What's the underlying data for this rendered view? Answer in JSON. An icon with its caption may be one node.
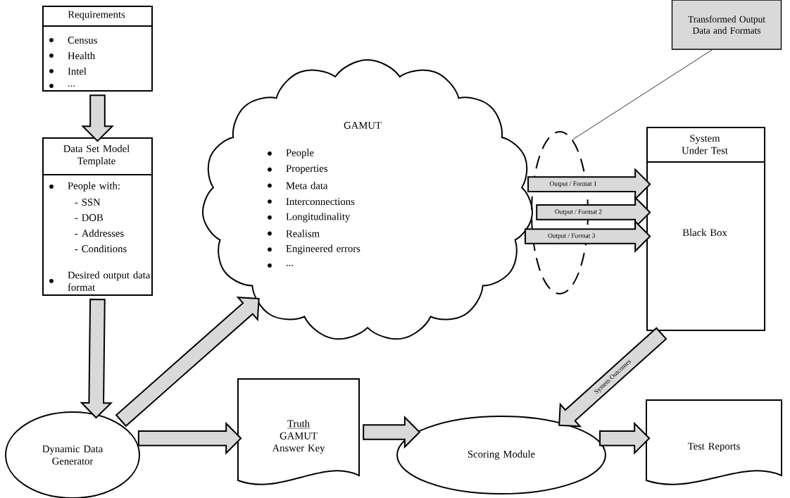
{
  "diagram": {
    "nodes": [
      {
        "text": [
          "Requirements",
          "Census",
          "Health",
          "Intel",
          "..."
        ]
      },
      {
        "text": [
          "Data Set Model Template",
          "People with:",
          "- SSN",
          "- DOB",
          "- Addresses",
          "- Conditions",
          "Desired output data format"
        ]
      },
      {
        "text": [
          "GAMUT",
          "People",
          "Properties",
          "Meta data",
          "Interconnections",
          "Longitudinality",
          "Realism",
          "Engineered errors",
          "..."
        ]
      },
      {
        "text": [
          "System Under Test",
          "Black Box"
        ]
      },
      {
        "text": [
          "Transformed Output Data and Formats"
        ]
      },
      {
        "text": [],
        "shape": "ellipse"
      },
      {
        "text": [
          "Dynamic Data Generator"
        ]
      },
      {
        "text": [
          "Truth",
          "GAMUT Answer Key"
        ]
      },
      {
        "text": [
          "Scoring Module"
        ]
      },
      {
        "text": [
          "Test Reports"
        ]
      }
    ],
    "edges": [
      {
        "from": 0,
        "to": 1,
        "arrow": "to"
      },
      {
        "from": 1,
        "to": 6,
        "arrow": "to"
      },
      {
        "from": 6,
        "to": 2,
        "arrow": "to"
      },
      {
        "from": 6,
        "to": 7,
        "arrow": "to"
      },
      {
        "from": 7,
        "to": 8,
        "arrow": "to"
      },
      {
        "from": 8,
        "to": 9,
        "arrow": "to"
      },
      {
        "from": 2,
        "to": 3,
        "arrow": "to",
        "label": "Output / Format 1"
      },
      {
        "from": 2,
        "to": 3,
        "arrow": "to",
        "label": "Output / Format 2"
      },
      {
        "from": 2,
        "to": 3,
        "arrow": "to",
        "label": "Output / Format 3"
      },
      {
        "from": 3,
        "to": 8,
        "arrow": "to",
        "label": "System Outcomes"
      },
      {
        "from": 4,
        "to": 5,
        "arrow": "none"
      }
    ]
  }
}
